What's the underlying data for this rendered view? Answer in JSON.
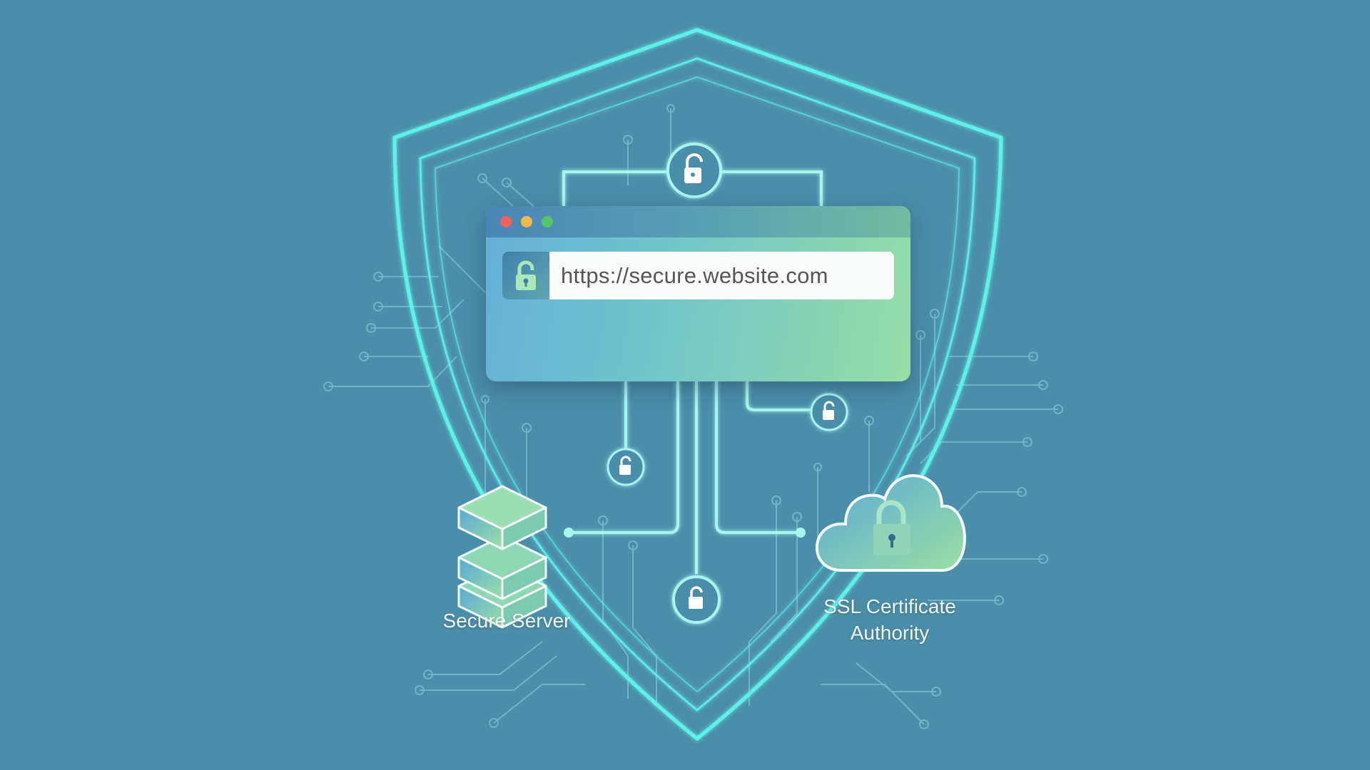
{
  "browser": {
    "url": "https://secure.website.com",
    "window_controls": {
      "close": "#f25f5c",
      "minimize": "#f2b84b",
      "maximize": "#56c46a"
    },
    "lock_icon": "padlock-icon"
  },
  "labels": {
    "server": "Secure Server",
    "ca_line1": "SSL Certificate",
    "ca_line2": "Authority"
  },
  "colors": {
    "background": "#4b8ea9",
    "glow": "#5ff0e8",
    "line": "#9ff3ee"
  }
}
